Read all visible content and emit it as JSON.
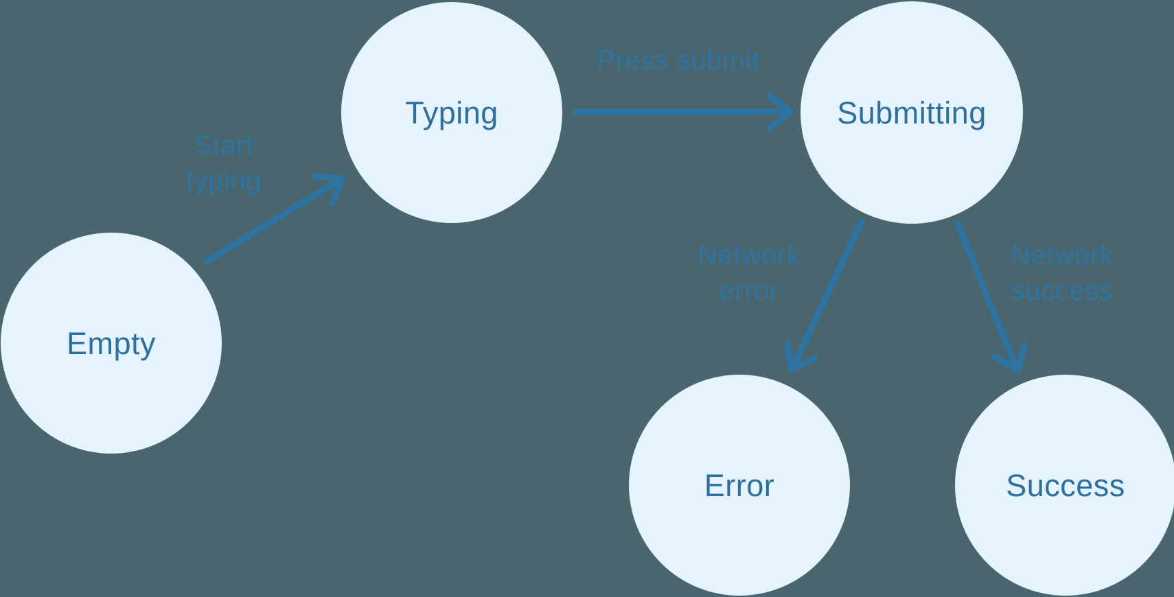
{
  "diagram": {
    "type": "state-machine",
    "colors": {
      "background": "#49666E",
      "node_fill": "#E4F3FC",
      "node_text": "#2E6F9E",
      "arrow": "#2E74A3",
      "transition_text": "#2E73A2"
    },
    "states": [
      {
        "id": "empty",
        "label": "Empty"
      },
      {
        "id": "typing",
        "label": "Typing"
      },
      {
        "id": "submitting",
        "label": "Submitting"
      },
      {
        "id": "error",
        "label": "Error"
      },
      {
        "id": "success",
        "label": "Success"
      }
    ],
    "transitions": [
      {
        "from": "empty",
        "to": "typing",
        "label": "Start typing",
        "label_lines": [
          "Start",
          "typing"
        ]
      },
      {
        "from": "typing",
        "to": "submitting",
        "label": "Press submit",
        "label_lines": [
          "Press submit"
        ]
      },
      {
        "from": "submitting",
        "to": "error",
        "label": "Network error",
        "label_lines": [
          "Network",
          "error"
        ]
      },
      {
        "from": "submitting",
        "to": "success",
        "label": "Network success",
        "label_lines": [
          "Network",
          "success"
        ]
      }
    ]
  }
}
